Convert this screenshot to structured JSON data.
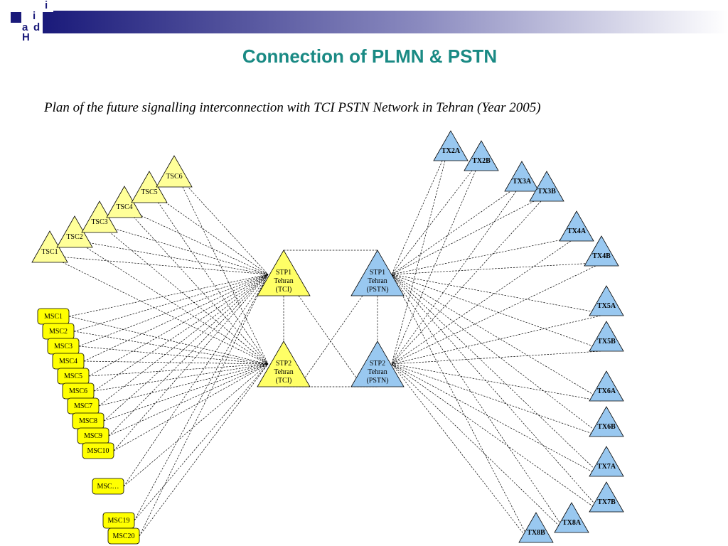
{
  "header": {
    "logo_letters": [
      "a",
      "i",
      "d",
      "H",
      "d",
      "i"
    ],
    "title": "Connection of PLMN & PSTN",
    "subtitle": "Plan of the future signalling interconnection with TCI PSTN Network in Tehran (Year 2005)"
  },
  "colors": {
    "title": "#1a8a84",
    "banner_start": "#1a1a7a",
    "msc_fill": "#ffff00",
    "tsc_fill": "#ffff99",
    "stp_tci_fill": "#ffff66",
    "pstn_fill": "#99c8f0"
  },
  "diagram": {
    "stps": [
      {
        "id": "stp1_tci",
        "lines": [
          "STP1",
          "Tehran",
          "(TCI)"
        ]
      },
      {
        "id": "stp2_tci",
        "lines": [
          "STP2",
          "Tehran",
          "(TCI)"
        ]
      },
      {
        "id": "stp1_pstn",
        "lines": [
          "STP1",
          "Tehran",
          "(PSTN)"
        ]
      },
      {
        "id": "stp2_pstn",
        "lines": [
          "STP2",
          "Tehran",
          "(PSTN)"
        ]
      }
    ],
    "tscs": [
      "TSC1",
      "TSC2",
      "TSC3",
      "TSC4",
      "TSC5",
      "TSC6"
    ],
    "mscs": [
      "MSC1",
      "MSC2",
      "MSC3",
      "MSC4",
      "MSC5",
      "MSC6",
      "MSC7",
      "MSC8",
      "MSC9",
      "MSC10",
      "MSC…",
      "MSC19",
      "MSC20"
    ],
    "txs": [
      "TX2A",
      "TX2B",
      "TX3A",
      "TX3B",
      "TX4A",
      "TX4B",
      "TX5A",
      "TX5B",
      "TX6A",
      "TX6B",
      "TX7A",
      "TX7B",
      "TX8A",
      "TX8B"
    ]
  }
}
